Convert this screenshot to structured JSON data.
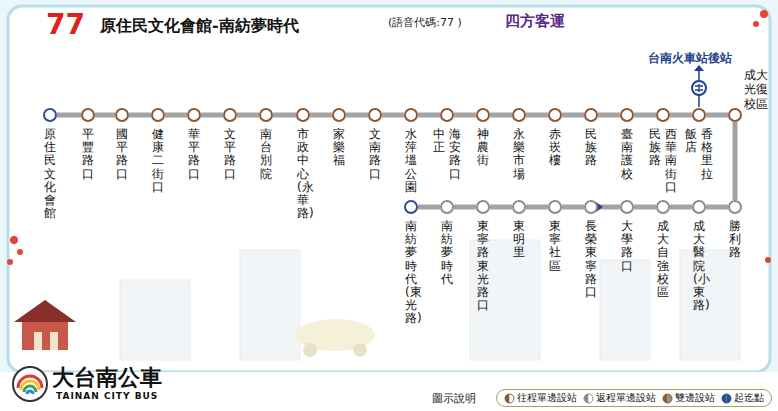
{
  "diagram": {
    "title": "原住民文化會館-南紡夢時代",
    "nodes": [
      {
        "text": [
          "原住民文化會館"
        ]
      },
      {
        "text": [
          "平豐路口"
        ]
      },
      {
        "text": [
          "國平路口"
        ]
      },
      {
        "text": [
          "健康二街口"
        ]
      },
      {
        "text": [
          "華平路口"
        ]
      },
      {
        "text": [
          "文平路口"
        ]
      },
      {
        "text": [
          "南台別院"
        ]
      },
      {
        "text": [
          "市政中心(永華路)"
        ]
      },
      {
        "text": [
          "家樂福"
        ]
      },
      {
        "text": [
          "文南路口"
        ]
      },
      {
        "text": [
          "水萍塭公園"
        ]
      },
      {
        "text": [
          "中正",
          "海安路口"
        ]
      },
      {
        "text": [
          "神農街"
        ]
      },
      {
        "text": [
          "永樂市場"
        ]
      },
      {
        "text": [
          "赤崁樓"
        ]
      },
      {
        "text": [
          "民族路"
        ]
      },
      {
        "text": [
          "臺南護校"
        ]
      },
      {
        "text": [
          "民族路",
          "西華南街口"
        ]
      },
      {
        "text": [
          "香格里拉",
          "飯店"
        ]
      },
      {
        "text": [
          "成大光復校區"
        ]
      },
      {
        "text": [
          "勝利路"
        ]
      },
      {
        "text": [
          "成大醫院(小東路)"
        ]
      },
      {
        "text": [
          "成大自強校區"
        ]
      },
      {
        "text": [
          "大學路口"
        ]
      },
      {
        "text": [
          "長榮東寧路口"
        ]
      },
      {
        "text": [
          "東寧社區"
        ]
      },
      {
        "text": [
          "東明里"
        ]
      },
      {
        "text": [
          "東寧路東光路口"
        ]
      },
      {
        "text": [
          "南紡夢時代"
        ]
      },
      {
        "text": [
          "南紡夢時代(東光路)"
        ]
      }
    ],
    "edges": [
      {
        "from": 0,
        "to": 1,
        "arrow": "none"
      },
      {
        "from": 1,
        "to": 2,
        "arrow": "none"
      },
      {
        "from": 2,
        "to": 3,
        "arrow": "none"
      },
      {
        "from": 3,
        "to": 4,
        "arrow": "none"
      },
      {
        "from": 4,
        "to": 5,
        "arrow": "none"
      },
      {
        "from": 5,
        "to": 6,
        "arrow": "none"
      },
      {
        "from": 6,
        "to": 7,
        "arrow": "none"
      },
      {
        "from": 7,
        "to": 8,
        "arrow": "none"
      },
      {
        "from": 8,
        "to": 9,
        "arrow": "none"
      },
      {
        "from": 9,
        "to": 10,
        "arrow": "none"
      },
      {
        "from": 10,
        "to": 11,
        "arrow": "none"
      },
      {
        "from": 11,
        "to": 12,
        "arrow": "none"
      },
      {
        "from": 12,
        "to": 13,
        "arrow": "none"
      },
      {
        "from": 13,
        "to": 14,
        "arrow": "none"
      },
      {
        "from": 14,
        "to": 15,
        "arrow": "none"
      },
      {
        "from": 15,
        "to": 16,
        "arrow": "none"
      },
      {
        "from": 16,
        "to": 17,
        "arrow": "none"
      },
      {
        "from": 17,
        "to": 18,
        "arrow": "none"
      },
      {
        "from": 18,
        "to": 19,
        "arrow": "none"
      },
      {
        "from": 19,
        "to": 20,
        "arrow": "none"
      },
      {
        "from": 20,
        "to": 21,
        "arrow": "none"
      },
      {
        "from": 21,
        "to": 22,
        "arrow": "none"
      },
      {
        "from": 22,
        "to": 23,
        "arrow": "none"
      },
      {
        "from": 23,
        "to": 24,
        "arrow": "none"
      },
      {
        "from": 24,
        "to": 25,
        "arrow": "none"
      },
      {
        "from": 25,
        "to": 26,
        "arrow": "none"
      },
      {
        "from": 26,
        "to": 27,
        "arrow": "none"
      },
      {
        "from": 27,
        "to": 28,
        "arrow": "none"
      },
      {
        "from": 28,
        "to": 29,
        "arrow": "none"
      }
    ],
    "labels": [
      "77",
      "(語音代碼:77 )",
      "四方客運",
      "台南火車站後站",
      "大台南公車",
      "TAINAN CITY BUS",
      "圖示說明"
    ],
    "legend": [
      {
        "text": "往程單邊設站"
      },
      {
        "text": "返程單邊設站"
      },
      {
        "text": "雙邊設站"
      },
      {
        "text": "起迄點"
      }
    ]
  }
}
